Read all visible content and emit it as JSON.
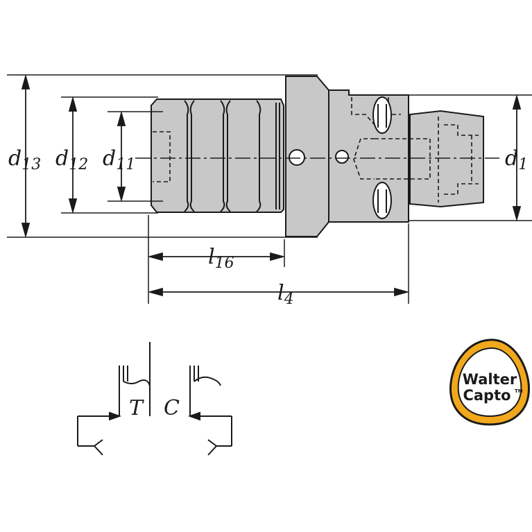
{
  "dimensions": {
    "d13": {
      "main": "d",
      "sub": "13"
    },
    "d12": {
      "main": "d",
      "sub": "12"
    },
    "d11": {
      "main": "d",
      "sub": "11"
    },
    "d1": {
      "main": "d",
      "sub": "1"
    },
    "l16": {
      "main": "l",
      "sub": "16"
    },
    "l4": {
      "main": "l",
      "sub": "4"
    }
  },
  "symbols": {
    "t_label": "T",
    "c_label": "C"
  },
  "logo": {
    "line1": "Walter",
    "line2": "Capto",
    "tm": "TM"
  },
  "colors": {
    "part_fill": "#c8c8c8",
    "line": "#1a1a1a",
    "logo_ring": "#f2a81d"
  }
}
